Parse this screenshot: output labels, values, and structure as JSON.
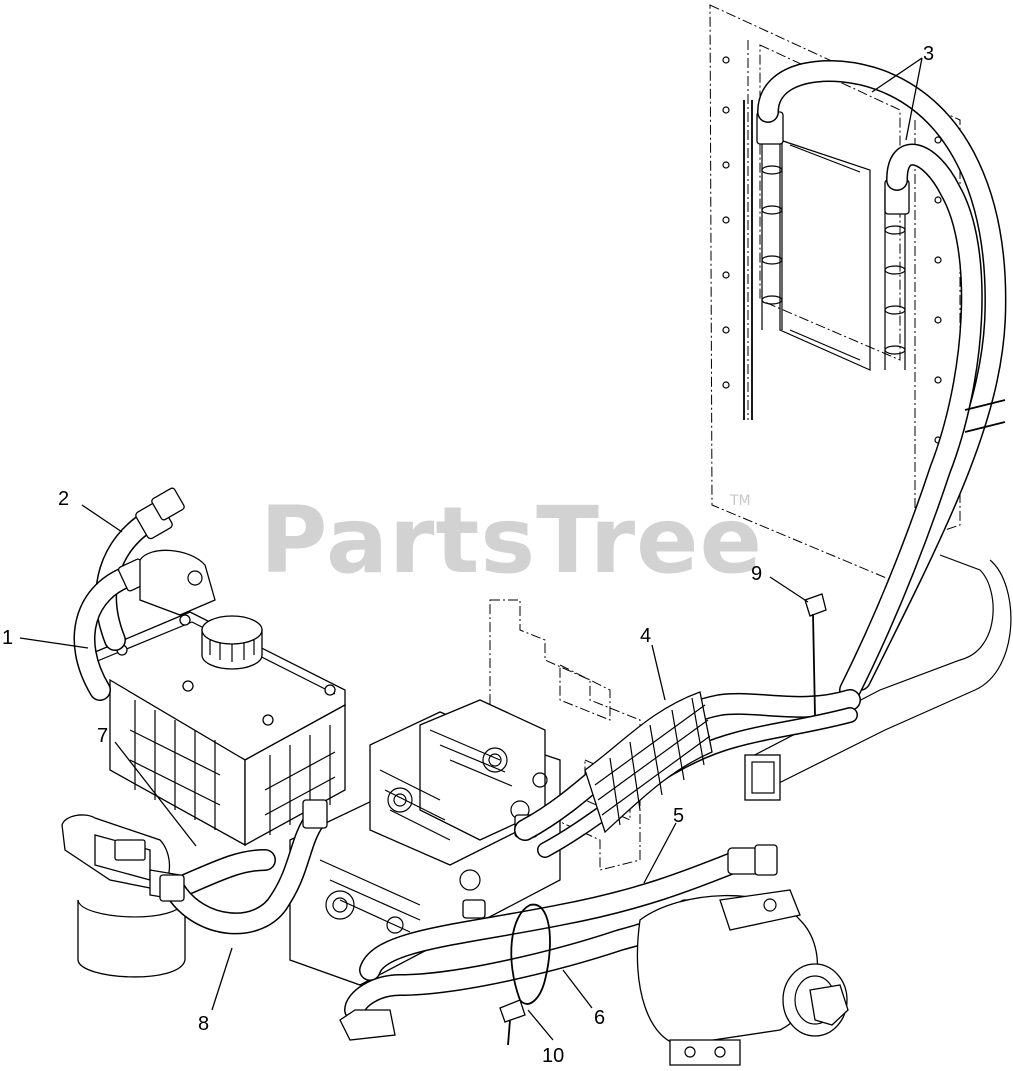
{
  "watermark": {
    "text": "PartsTree",
    "trademark": "TM"
  },
  "callouts": [
    {
      "id": "1",
      "label": "1"
    },
    {
      "id": "2",
      "label": "2"
    },
    {
      "id": "3",
      "label": "3"
    },
    {
      "id": "4",
      "label": "4"
    },
    {
      "id": "5",
      "label": "5"
    },
    {
      "id": "6",
      "label": "6"
    },
    {
      "id": "7",
      "label": "7"
    },
    {
      "id": "8",
      "label": "8"
    },
    {
      "id": "9",
      "label": "9"
    },
    {
      "id": "10",
      "label": "10"
    }
  ],
  "colors": {
    "line": "#000000",
    "watermark": "#d2d2d2",
    "background": "#ffffff"
  }
}
